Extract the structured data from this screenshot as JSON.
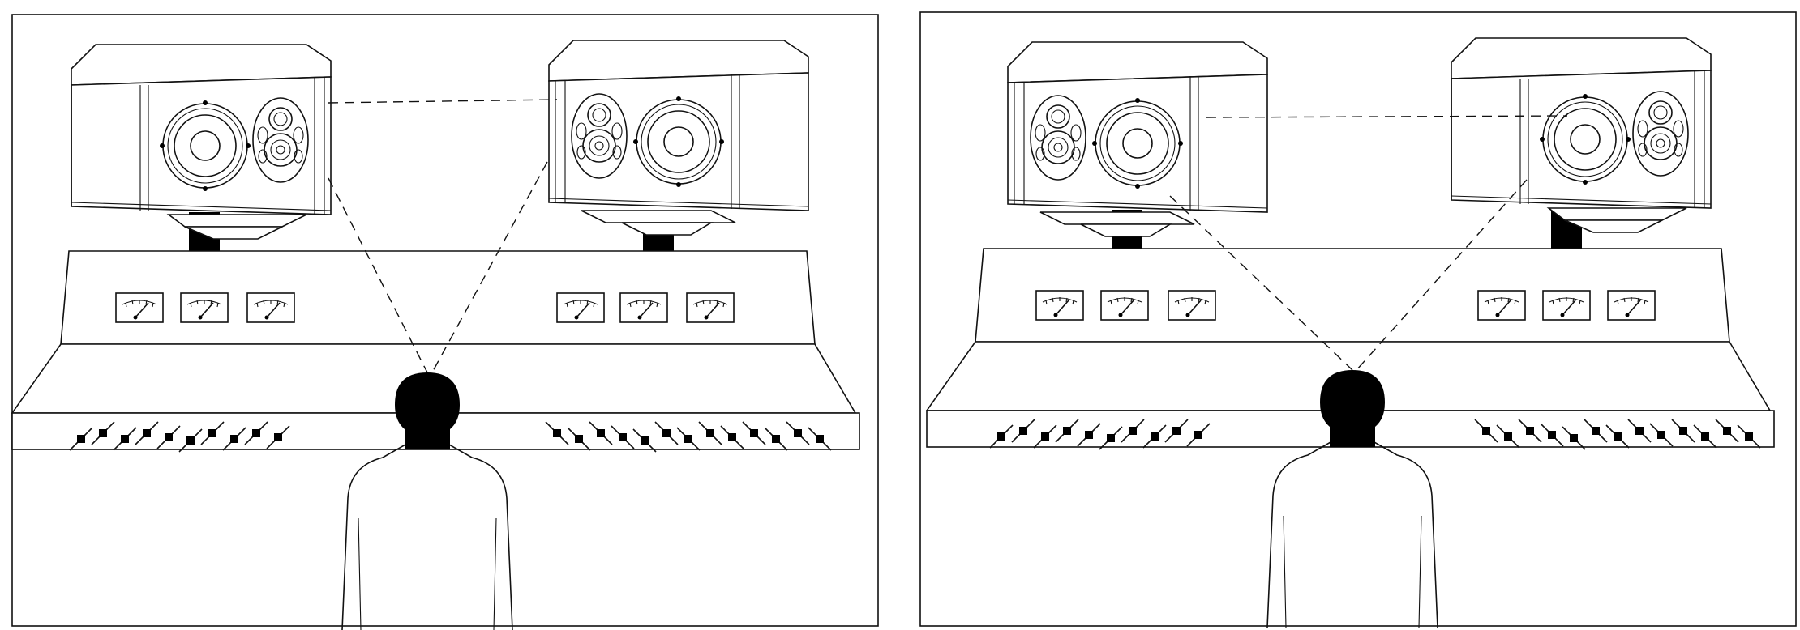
{
  "figure": {
    "panels": [
      {
        "id": "left",
        "tweeter_side": "inner",
        "meters_per_group": 3,
        "fader_groups": 2
      },
      {
        "id": "right",
        "tweeter_side": "mixed",
        "meters_per_group": 3,
        "fader_groups": 2
      }
    ],
    "colors": {
      "line": "#111111",
      "fill": "#ffffff",
      "silhouette": "#000000"
    },
    "icons": [
      "studio-monitor-icon",
      "vu-meter-icon",
      "fader-icon",
      "listener-head-icon"
    ]
  }
}
